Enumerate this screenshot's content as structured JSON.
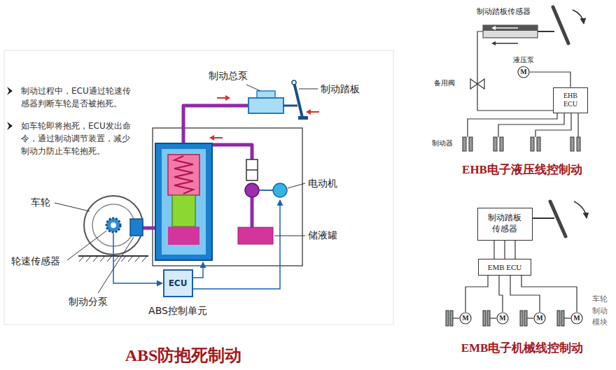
{
  "diagram": {
    "nodes": [
      {
        "text": [
          "ECU"
        ]
      },
      {
        "text": [
          "M"
        ]
      },
      {
        "text": [
          "EHB ECU"
        ]
      },
      {
        "text": [
          "制动踏板传感器"
        ]
      },
      {
        "text": [
          "EMB ECU"
        ]
      },
      {
        "text": [
          "M"
        ]
      },
      {
        "text": [
          "M"
        ]
      },
      {
        "text": [
          "M"
        ]
      },
      {
        "text": [
          "M"
        ]
      }
    ],
    "edges": [
      {
        "from": 1,
        "to": 2,
        "arrow": "none"
      },
      {
        "from": 3,
        "to": 4,
        "arrow": "none"
      },
      {
        "from": 3,
        "to": 4,
        "arrow": "none"
      },
      {
        "from": 3,
        "to": 4,
        "arrow": "none"
      },
      {
        "from": 4,
        "to": 5,
        "arrow": "none"
      },
      {
        "from": 4,
        "to": 6,
        "arrow": "none"
      },
      {
        "from": 4,
        "to": 7,
        "arrow": "none"
      },
      {
        "from": 4,
        "to": 8,
        "arrow": "none"
      }
    ],
    "labels": [
      "制动过程中，ECU通过轮速传感器判断车轮是否被抱死。",
      "如车轮即将抱死，ECU发出命令，通过制动调节装置，减少制动力防止车轮抱死。",
      "制动总泵",
      "制动踏板",
      "电动机",
      "储液罐",
      "车轮",
      "轮速传感器",
      "制动分泵",
      "ABS控制单元",
      "ABS防抱死制动",
      "制动踏板传感器",
      "备用阀",
      "液压泵",
      "制动器",
      "EHB电子液压线控制动",
      "车轮制动模块",
      "EMB电子机械线控制动"
    ]
  }
}
